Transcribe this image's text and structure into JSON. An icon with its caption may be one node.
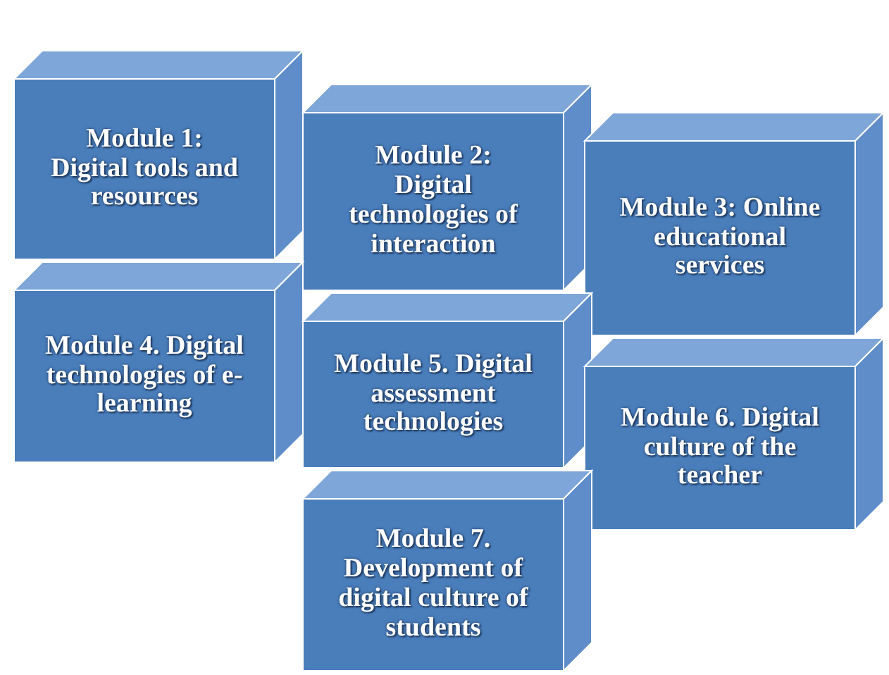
{
  "diagram": {
    "nodes": [
      {
        "text": [
          "Module 1: Digital tools and resources"
        ]
      },
      {
        "text": [
          "Module 2: Digital technologies of interaction"
        ]
      },
      {
        "text": [
          "Module 3: Online educational services"
        ]
      },
      {
        "text": [
          "Module 4. Digital technologies of e-learning"
        ]
      },
      {
        "text": [
          "Module 5. Digital assessment technologies"
        ]
      },
      {
        "text": [
          "Module 6. Digital culture of the teacher"
        ]
      },
      {
        "text": [
          "Module 7. Development of digital culture of students"
        ]
      }
    ]
  }
}
